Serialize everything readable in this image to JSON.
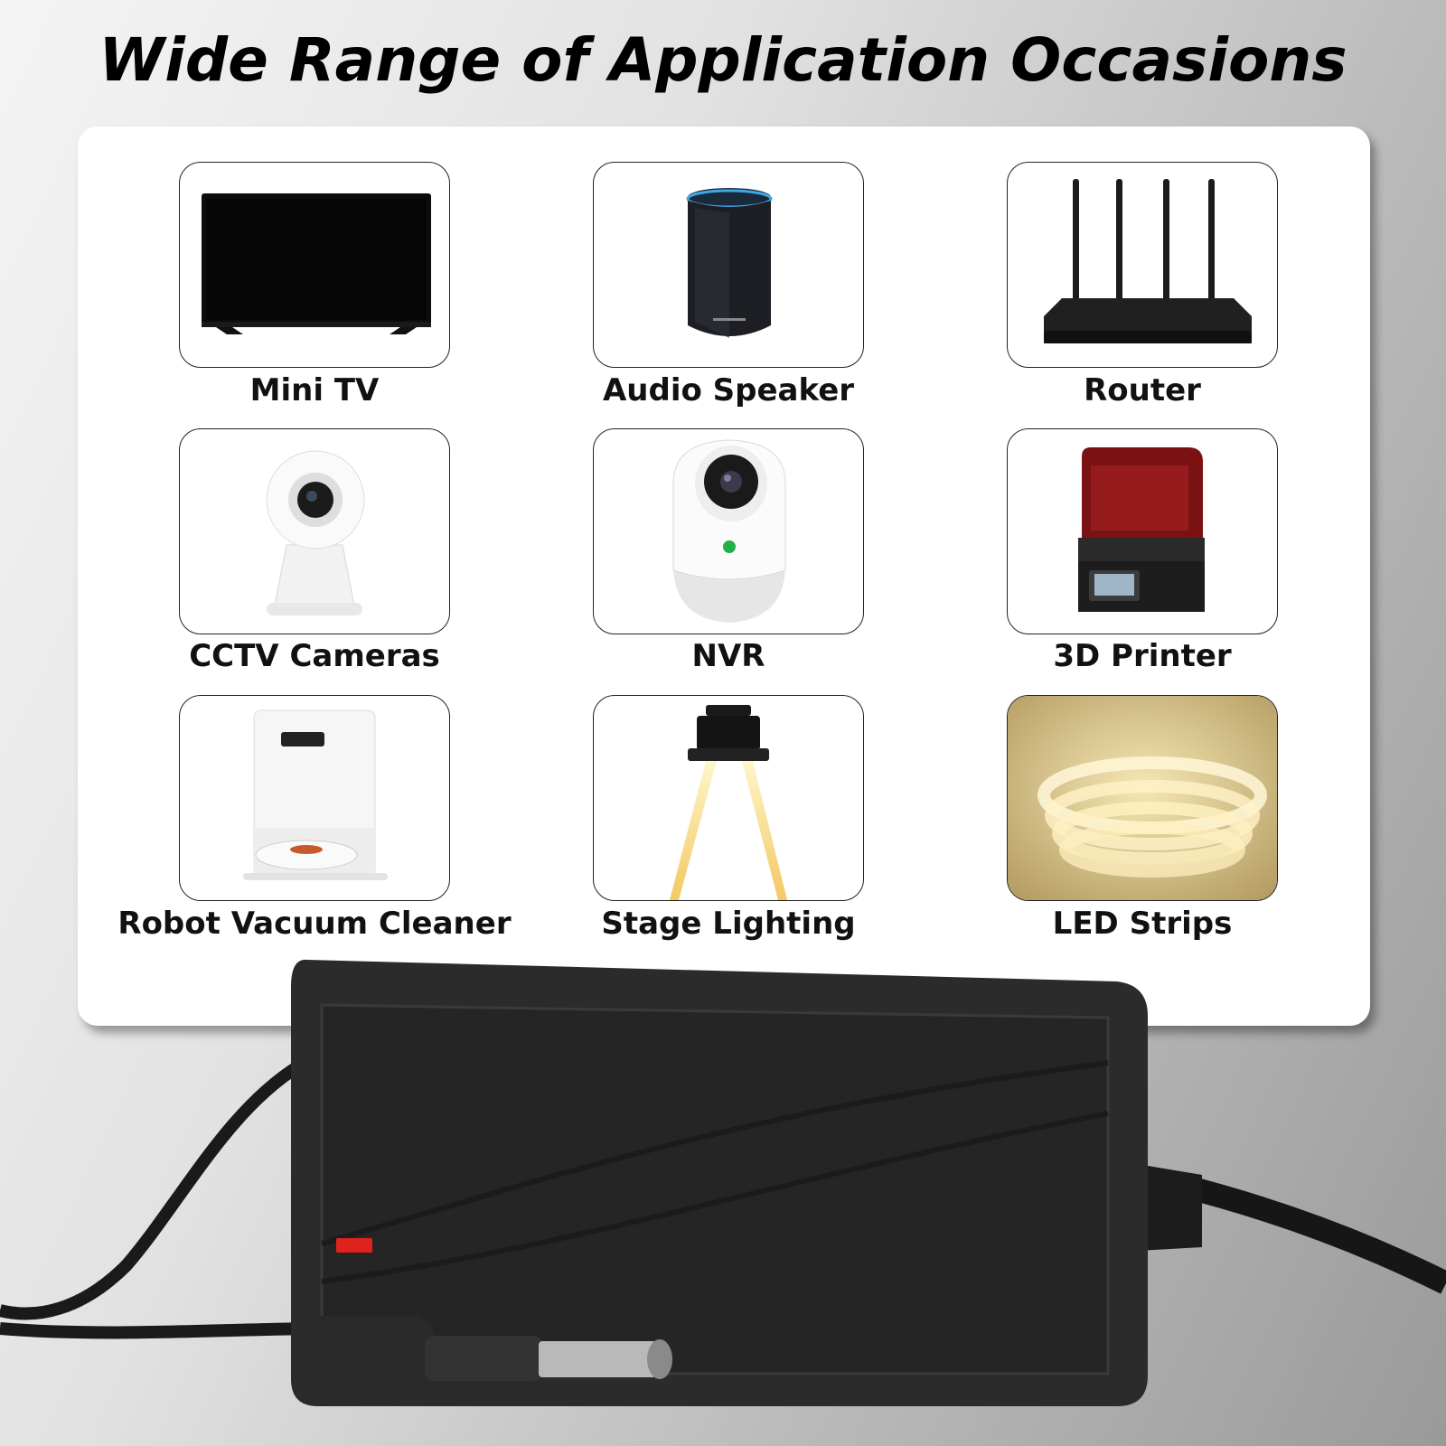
{
  "headline": "Wide Range of Application Occasions",
  "applications": [
    {
      "label": "Mini TV",
      "icon": "tv-icon"
    },
    {
      "label": "Audio Speaker",
      "icon": "speaker-icon"
    },
    {
      "label": "Router",
      "icon": "router-icon"
    },
    {
      "label": "CCTV Cameras",
      "icon": "cctv-camera-icon"
    },
    {
      "label": "NVR",
      "icon": "nvr-camera-icon"
    },
    {
      "label": "3D Printer",
      "icon": "3d-printer-icon"
    },
    {
      "label": "Robot Vacuum Cleaner",
      "icon": "robot-vacuum-icon"
    },
    {
      "label": "Stage Lighting",
      "icon": "stage-light-icon"
    },
    {
      "label": "LED Strips",
      "icon": "led-strip-icon"
    }
  ],
  "colors": {
    "indicator_led": "#e0221e",
    "adapter_body": "#2b2b2b",
    "led_glow": "#f3dfa0"
  }
}
